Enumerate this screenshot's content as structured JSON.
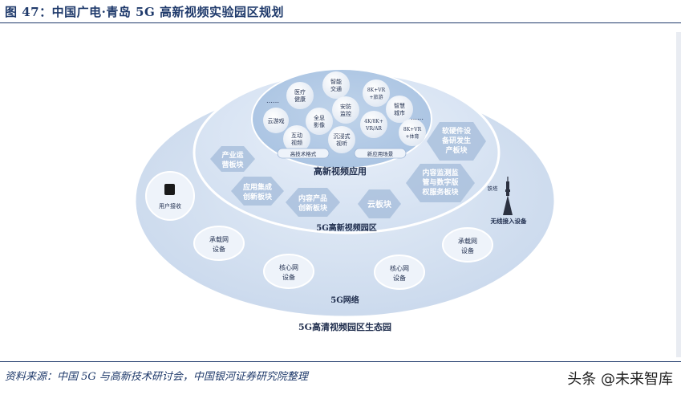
{
  "title": "图 47：中国广电·青岛 5G 高新视频实验园区规划",
  "source": "资料来源：中国 5G 与高新技术研讨会，中国银河证券研究院整理",
  "watermark": "头条 @未来智库",
  "layers": {
    "ecosystem_label": "5G高清视频园区生态园",
    "network_label": "5G网络",
    "park_label": "5G高新视频园区",
    "application_label": "高新视频应用"
  },
  "app_bubbles": [
    "智能交通",
    "医疗健康",
    "8K+VR+旅游",
    "安防监控",
    "智慧城市",
    "云游戏",
    "全息影像",
    "4K/8K+VR/AR",
    "8K+VR+体育",
    "互动视频",
    "沉浸式视听"
  ],
  "app_ellipsis": [
    "……",
    "……"
  ],
  "app_tabs": [
    "高技术格式",
    "新应用场景"
  ],
  "park_hexes": [
    "产业运营板块",
    "应用集成创新板块",
    "内容产品创新板块",
    "云板块",
    "软硬件设备研发生产板块",
    "内容监测监管与数字版权服务板块"
  ],
  "network_nodes": [
    "承载网设备",
    "核心网设备",
    "核心网设备",
    "承载网设备"
  ],
  "user_access": "用户接收",
  "tower_label": "铁塔",
  "wireless_label": "无线接入设备"
}
